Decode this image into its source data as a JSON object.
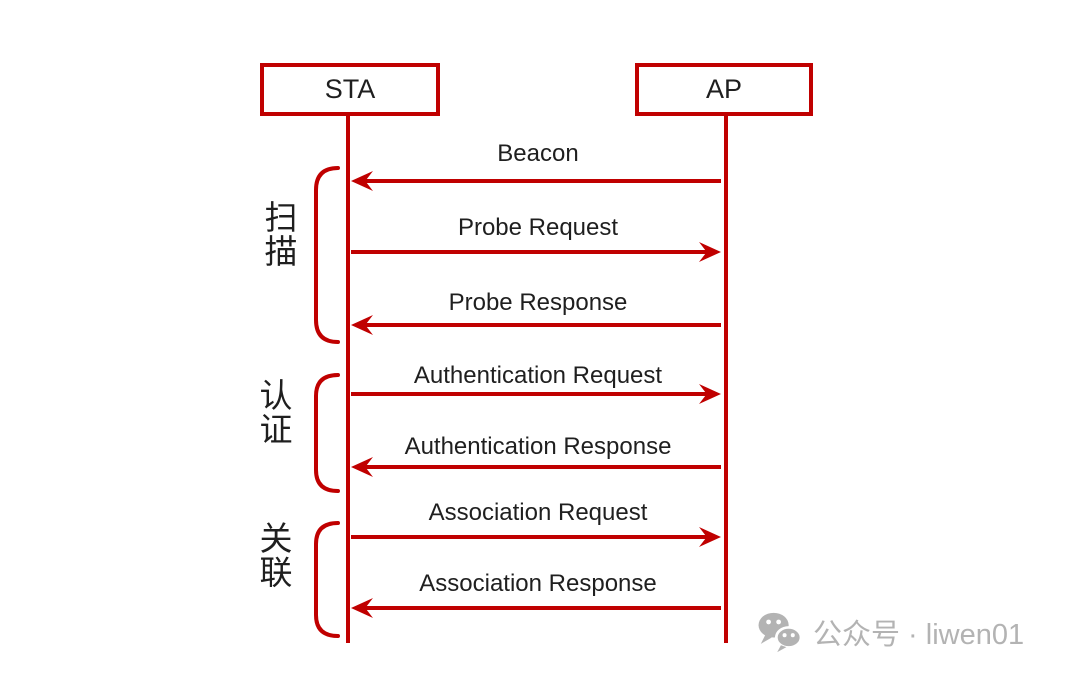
{
  "colors": {
    "accent_red": "#c00000",
    "text_black": "#1f1f1f",
    "watermark_gray": "#b3b3b3",
    "background": "#ffffff"
  },
  "diagram": {
    "actors": [
      {
        "label": "STA"
      },
      {
        "label": "AP"
      }
    ],
    "groups": [
      {
        "label": "扫描"
      },
      {
        "label": "认证"
      },
      {
        "label": "关联"
      }
    ],
    "messages": [
      {
        "label": "Beacon",
        "direction": "left"
      },
      {
        "label": "Probe Request",
        "direction": "right"
      },
      {
        "label": "Probe Response",
        "direction": "left"
      },
      {
        "label": "Authentication Request",
        "direction": "right"
      },
      {
        "label": "Authentication Response",
        "direction": "left"
      },
      {
        "label": "Association Request",
        "direction": "right"
      },
      {
        "label": "Association Response",
        "direction": "left"
      }
    ]
  },
  "watermark": {
    "icon": "wechat-icon",
    "text": "公众号 · liwen01"
  }
}
